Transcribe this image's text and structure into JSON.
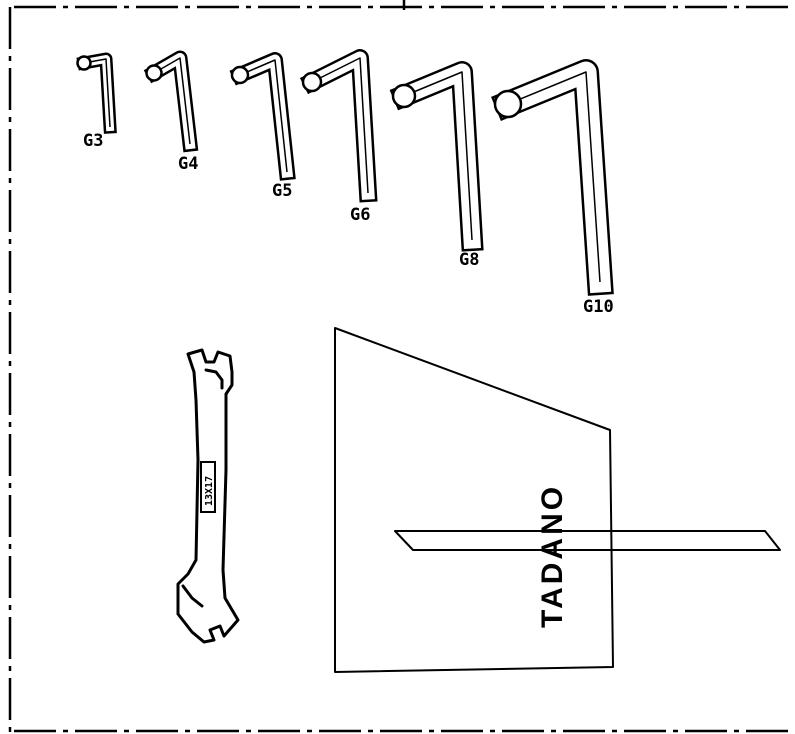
{
  "wrenches": [
    {
      "label": "G3"
    },
    {
      "label": "G4"
    },
    {
      "label": "G5"
    },
    {
      "label": "G6"
    },
    {
      "label": "G8"
    },
    {
      "label": "G10"
    }
  ],
  "spanner": {
    "label": "13X17"
  },
  "box": {
    "brand": "TADANO"
  }
}
